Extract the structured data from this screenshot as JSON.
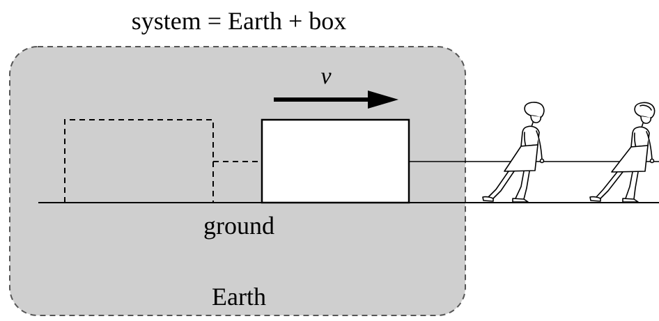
{
  "title": "system = Earth + box",
  "labels": {
    "velocity": "v",
    "ground": "ground",
    "earth": "Earth"
  },
  "colors": {
    "system_fill": "#cfcfcf",
    "system_border": "#555555",
    "ink": "#000000",
    "box_fill": "#ffffff"
  }
}
